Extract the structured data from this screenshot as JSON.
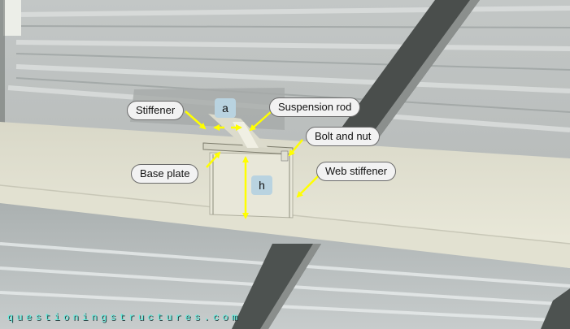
{
  "image": {
    "description": "Photo of a steel beam underside with suspended connection, annotated with callout labels",
    "colors": {
      "ceiling": "#b5b9b8",
      "ceiling_light": "#cfd3d2",
      "purlin": "#4a4e4c",
      "beam": "#e4e3d3",
      "arrow": "#ffff00",
      "label_bg": "#f2f2f2",
      "dim_bg": "#b9d3e0",
      "watermark": "#5ff0e0"
    }
  },
  "labels": {
    "stiffener": "Stiffener",
    "suspension_rod": "Suspension rod",
    "bolt_and_nut": "Bolt and nut",
    "base_plate": "Base plate",
    "web_stiffener": "Web stiffener"
  },
  "dimensions": {
    "a": "a",
    "h": "h"
  },
  "watermark": "questioningstructures.com"
}
